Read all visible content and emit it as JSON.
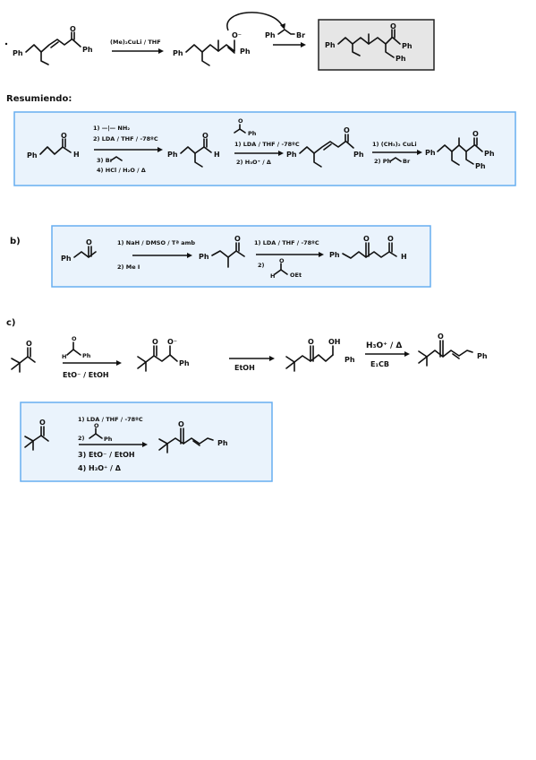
{
  "colors": {
    "panel_fill": "#eaf3fc",
    "panel_stroke": "#67aef0",
    "product_fill": "#e6e6e6",
    "product_stroke": "#222222"
  },
  "sections": {
    "resumiendo": "Resumiendo:",
    "b": "b)",
    "c": "c)"
  },
  "scheme1": {
    "start_group": "Ph",
    "start_carbonyl_o": "O",
    "start_right_group": "Ph",
    "reagent": "(Me)₂CuLi / THF",
    "enolate_o": "O⁻",
    "enolate_group_left": "Ph",
    "enolate_group_right": "Ph",
    "alkylating_agent": "Ph",
    "alkylating_br": "Br",
    "product_left": "Ph",
    "product_carbonyl_o": "O",
    "product_right": "Ph",
    "product_branch": "Ph"
  },
  "resumiendo": {
    "start_group": "Ph",
    "start_h": "H",
    "start_o": "O",
    "step1": "1) —|— NH₂",
    "step2": "2) LDA / THF / -78ºC",
    "step3": "3) Br",
    "step4": "4) HCl / H₂O / Δ",
    "mid_group": "Ph",
    "mid_o": "O",
    "mid_h": "H",
    "reagent_top_o": "O",
    "reagent_top_ph": "Ph",
    "step5": "1) LDA / THF / -78ºC",
    "step6": "2) H₃O⁺ / Δ",
    "mid2_group": "Ph",
    "mid2_o": "O",
    "mid2_right": "Ph",
    "step7": "1) (CH₃)₂ CuLi",
    "step8": "2) Ph",
    "step8_br": "Br",
    "end_group": "Ph",
    "end_o": "O",
    "end_right": "Ph",
    "end_branch": "Ph"
  },
  "b": {
    "start_group": "Ph",
    "start_o": "O",
    "step1": "1) NaH / DMSO / Tª amb",
    "step2": "2)   Me I",
    "mid_group": "Ph",
    "mid_o": "O",
    "step3": "1) LDA / THF / -78ºC",
    "step4": "2)",
    "ester_h": "H",
    "ester_o": "O",
    "ester_oet": "OEt",
    "end_group": "Ph",
    "end_o1": "O",
    "end_o2": "O",
    "end_h": "H"
  },
  "c": {
    "start_o": "O",
    "aldehyde_h": "H",
    "aldehyde_o": "O",
    "aldehyde_ph": "Ph",
    "step1": "EtO⁻ / EtOH",
    "alkoxide_o": "O",
    "alkoxide_ominus": "O⁻",
    "alkoxide_ph": "Ph",
    "step2": "EtOH",
    "aldol_o": "O",
    "aldol_oh": "OH",
    "aldol_ph": "Ph",
    "step3": "H₃O⁺ / Δ",
    "step3b": "E₁CB",
    "enone_o": "O",
    "enone_ph": "Ph",
    "box_start_o": "O",
    "box_step1": "1) LDA / THF / -78ºC",
    "box_step2": "2)",
    "box_step2_o": "O",
    "box_step2_ph": "Ph",
    "box_step3": "3) EtO⁻ / EtOH",
    "box_step4": "4) H₃O⁺ / Δ",
    "box_end_o": "O",
    "box_end_ph": "Ph"
  }
}
